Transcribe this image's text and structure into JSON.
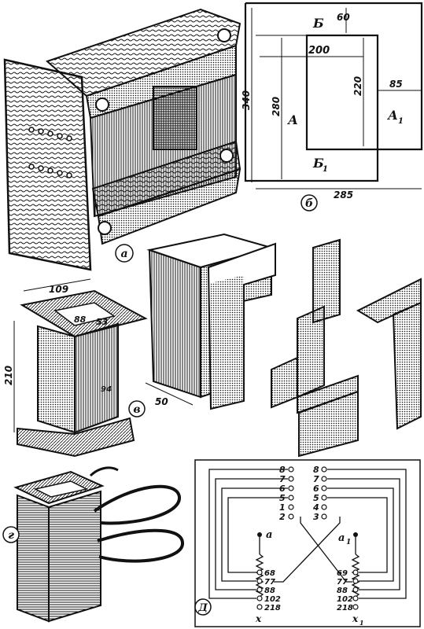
{
  "panels": {
    "a": {
      "tag": "а"
    },
    "b": {
      "tag": "б",
      "B_top": "Б",
      "B_bottom": "Б",
      "B_bottom_sub": "1",
      "A_left": "А",
      "A_right": "А",
      "A_right_sub": "1",
      "dims": {
        "d60": "60",
        "d200": "200",
        "d85": "85",
        "d340": "340",
        "d280": "280",
        "d220": "220",
        "d285": "285"
      }
    },
    "v": {
      "tag": "в",
      "dims": {
        "d109": "109",
        "d88": "88",
        "d53": "53",
        "d210": "210",
        "d50": "50",
        "d94": "94"
      }
    },
    "g": {
      "tag": "г"
    },
    "d": {
      "tag": "Д",
      "left_taps": [
        "8",
        "7",
        "6",
        "5",
        "1",
        "2"
      ],
      "right_taps": [
        "8",
        "7",
        "6",
        "5",
        "4",
        "3"
      ],
      "left_winding": {
        "start": "a",
        "taps": [
          "68",
          "77",
          "88",
          "102",
          "218"
        ],
        "end": "x"
      },
      "right_winding": {
        "start": "a",
        "start_sub": "1",
        "taps": [
          "69",
          "77",
          "88",
          "102",
          "218"
        ],
        "end": "x",
        "end_sub": "1"
      }
    }
  },
  "colors": {
    "ink": "#111111",
    "paper": "#ffffff",
    "wood": "#5a4a3a"
  }
}
